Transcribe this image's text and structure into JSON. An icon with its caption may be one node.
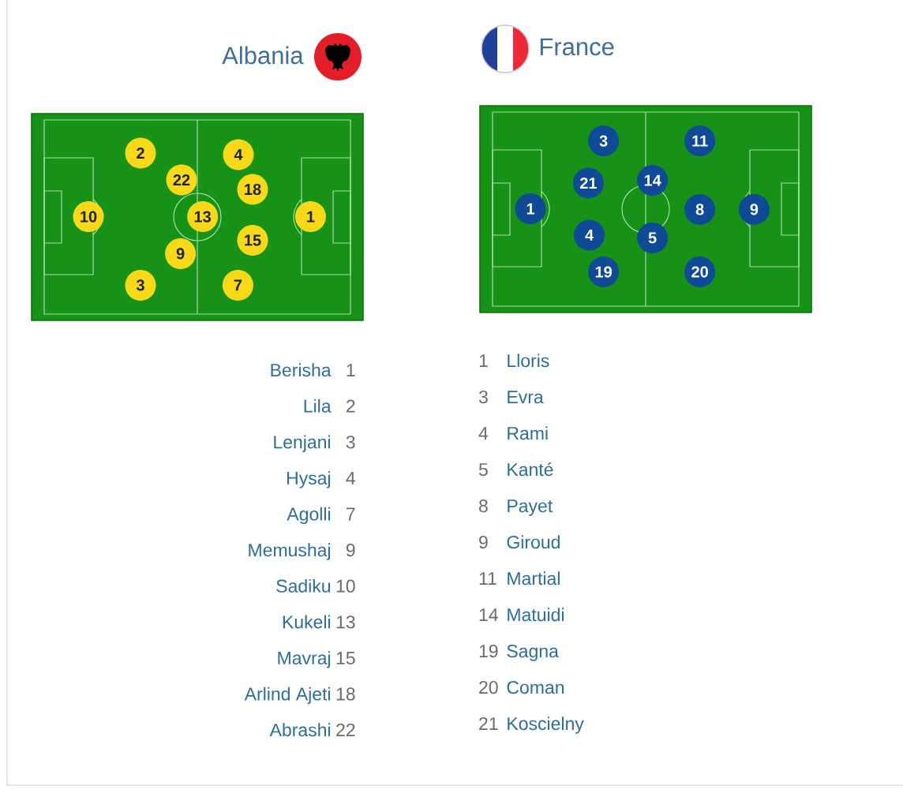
{
  "diagram": {
    "nodes": [
      {
        "text": [],
        "shape": "box"
      },
      {
        "text": [
          "2"
        ],
        "in": 0
      },
      {
        "text": [
          "4"
        ],
        "in": 0
      },
      {
        "text": [
          "22"
        ],
        "in": 0
      },
      {
        "text": [
          "18"
        ],
        "in": 0
      },
      {
        "text": [
          "10"
        ],
        "in": 0
      },
      {
        "text": [
          "13"
        ],
        "in": 0
      },
      {
        "text": [
          "1"
        ],
        "in": 0
      },
      {
        "text": [
          "15"
        ],
        "in": 0
      },
      {
        "text": [
          "9"
        ],
        "in": 0
      },
      {
        "text": [
          "3"
        ],
        "in": 0
      },
      {
        "text": [
          "7"
        ],
        "in": 0
      },
      {
        "text": [],
        "shape": "box"
      },
      {
        "text": [
          "3"
        ],
        "in": 12
      },
      {
        "text": [
          "11"
        ],
        "in": 12
      },
      {
        "text": [
          "21"
        ],
        "in": 12
      },
      {
        "text": [
          "14"
        ],
        "in": 12
      },
      {
        "text": [
          "1"
        ],
        "in": 12
      },
      {
        "text": [
          "8"
        ],
        "in": 12
      },
      {
        "text": [
          "9"
        ],
        "in": 12
      },
      {
        "text": [
          "4"
        ],
        "in": 12
      },
      {
        "text": [
          "5"
        ],
        "in": 12
      },
      {
        "text": [
          "19"
        ],
        "in": 12
      },
      {
        "text": [
          "20"
        ],
        "in": 12
      }
    ],
    "labels": [
      "Albania",
      "France",
      "Berisha",
      "1",
      "Lila",
      "2",
      "Lenjani",
      "3",
      "Hysaj",
      "4",
      "Agolli",
      "7",
      "Memushaj",
      "9",
      "Sadiku",
      "10",
      "Kukeli",
      "13",
      "Mavraj",
      "15",
      "Arlind Ajeti",
      "18",
      "Abrashi",
      "22",
      "1",
      "Lloris",
      "3",
      "Evra",
      "4",
      "Rami",
      "5",
      "Kanté",
      "8",
      "Payet",
      "9",
      "Giroud",
      "11",
      "Martial",
      "14",
      "Matuidi",
      "19",
      "Sagna",
      "20",
      "Coman",
      "21",
      "Koscielny"
    ]
  }
}
